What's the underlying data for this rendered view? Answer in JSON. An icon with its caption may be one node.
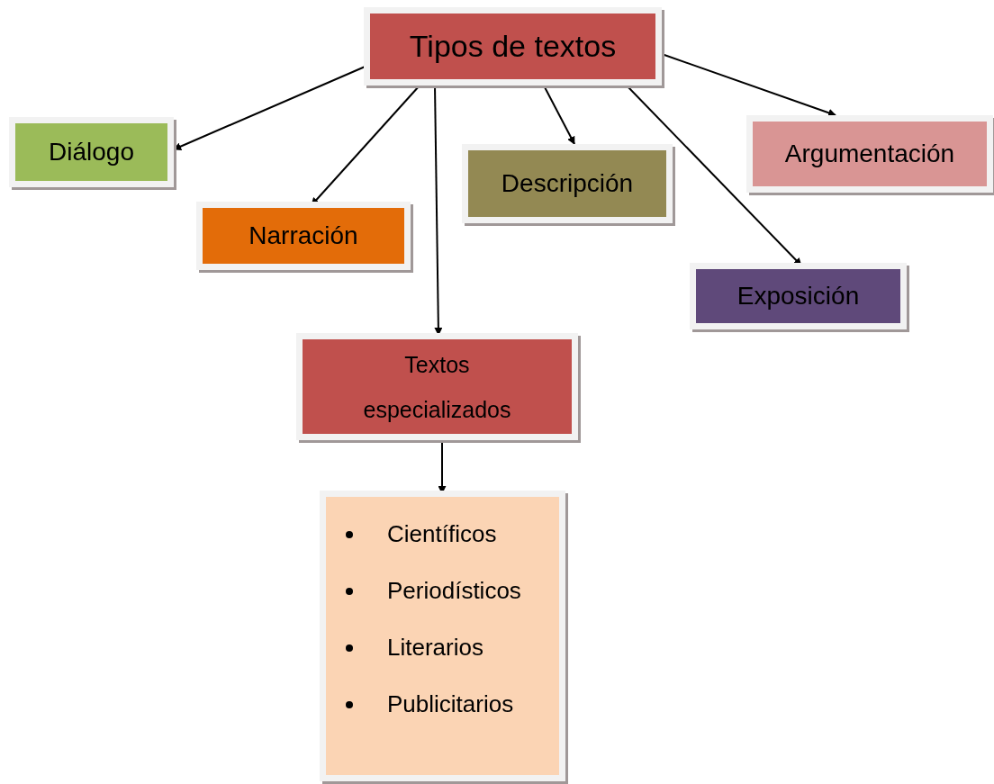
{
  "diagram": {
    "nodes": [
      {
        "text": [
          "Tipos de textos"
        ]
      },
      {
        "text": [
          "Diálogo"
        ]
      },
      {
        "text": [
          "Narración"
        ]
      },
      {
        "text": [
          "Descripción"
        ]
      },
      {
        "text": [
          "Argumentación"
        ]
      },
      {
        "text": [
          "Exposición"
        ]
      },
      {
        "text": [
          "Textos especializados"
        ]
      },
      {
        "text": [
          "Científicos",
          "Periodísticos",
          "Literarios",
          "Publicitarios"
        ]
      }
    ],
    "edges": [
      {
        "from": 0,
        "to": 1,
        "arrow": "to"
      },
      {
        "from": 0,
        "to": 2,
        "arrow": "to"
      },
      {
        "from": 0,
        "to": 6,
        "arrow": "to"
      },
      {
        "from": 0,
        "to": 3,
        "arrow": "to"
      },
      {
        "from": 0,
        "to": 5,
        "arrow": "to"
      },
      {
        "from": 0,
        "to": 4,
        "arrow": "to"
      },
      {
        "from": 6,
        "to": 7,
        "arrow": "to"
      }
    ]
  }
}
